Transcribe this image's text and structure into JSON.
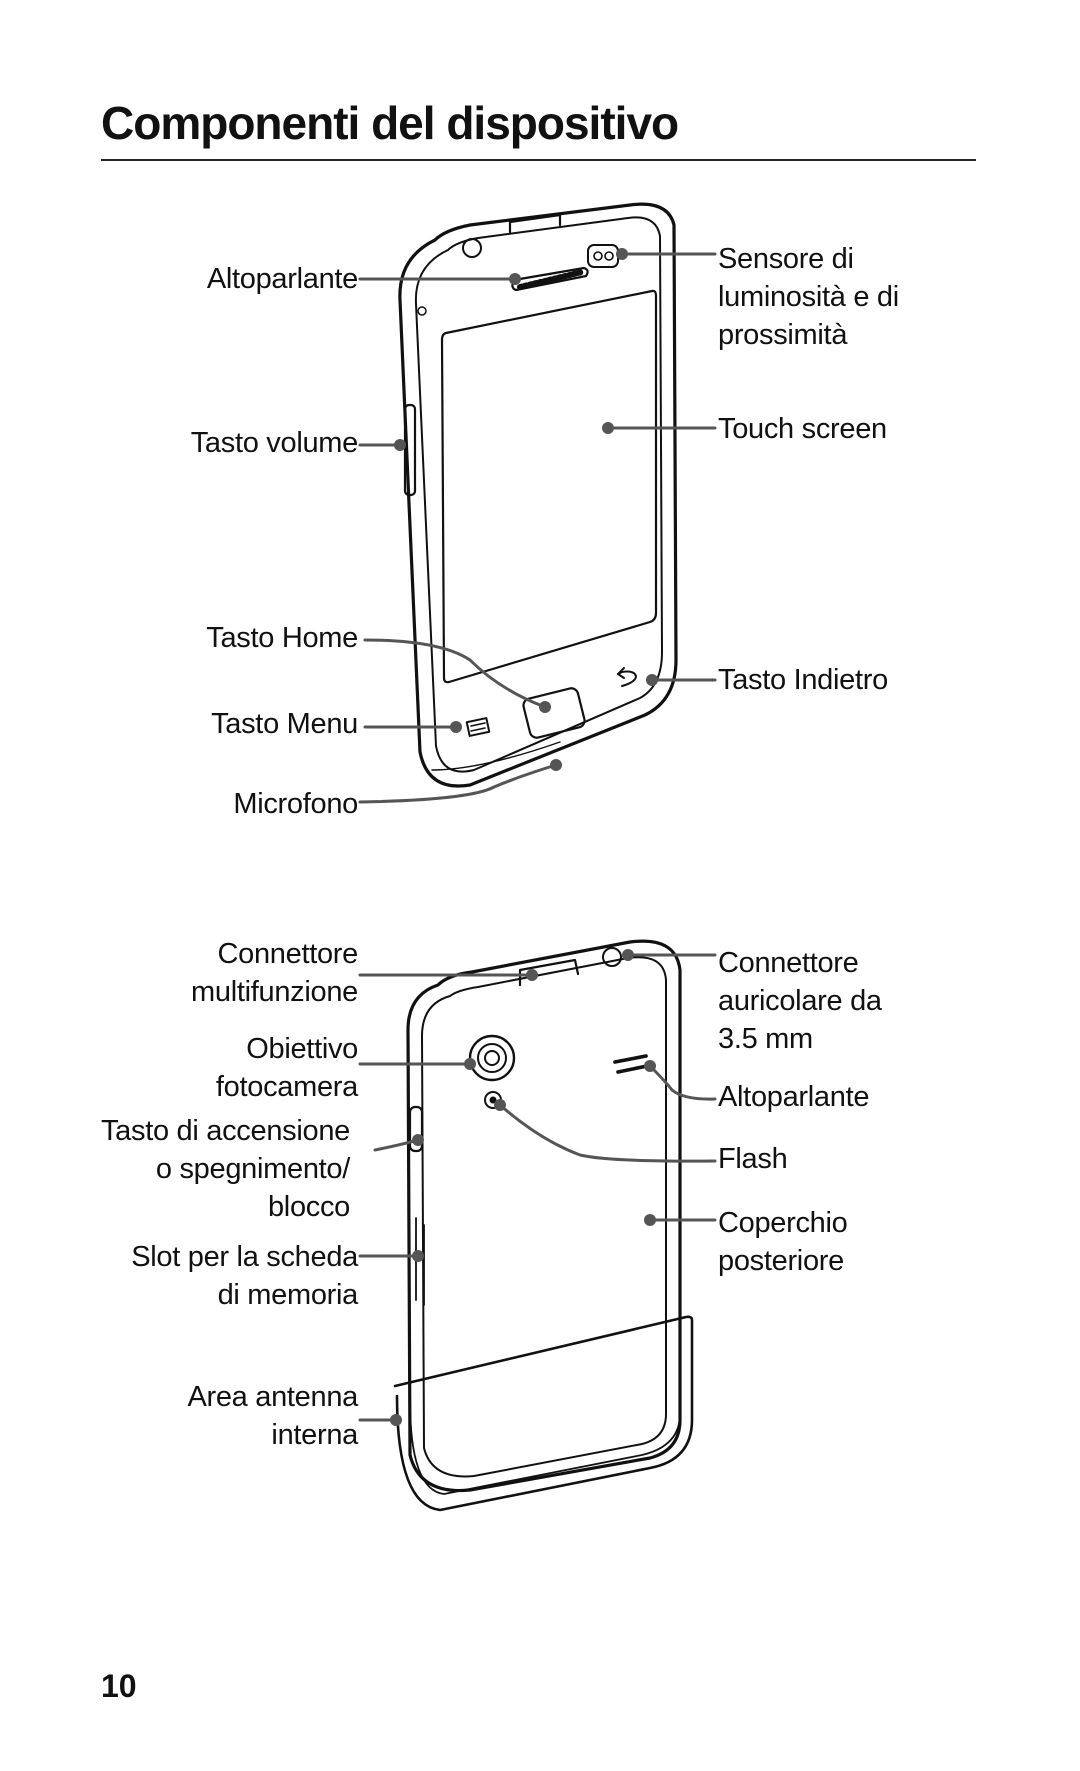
{
  "page": {
    "title": "Componenti del dispositivo",
    "page_number": "10"
  },
  "front": {
    "labels": {
      "speaker": "Altoparlante",
      "volume_key": "Tasto volume",
      "home_key": "Tasto Home",
      "menu_key": "Tasto Menu",
      "microphone": "Microfono",
      "sensor_1": "Sensore di",
      "sensor_2": "luminosità e di",
      "sensor_3": "prossimità",
      "touch_screen": "Touch screen",
      "back_key": "Tasto Indietro"
    }
  },
  "back": {
    "labels": {
      "multi_connector_1": "Connettore",
      "multi_connector_2": "multifunzione",
      "camera_lens_1": "Obiettivo",
      "camera_lens_2": "fotocamera",
      "power_key_1": "Tasto di accensione",
      "power_key_2": "o spegnimento/",
      "power_key_3": "blocco",
      "card_slot_1": "Slot per la scheda",
      "card_slot_2": "di memoria",
      "antenna_1": "Area antenna",
      "antenna_2": "interna",
      "headset_jack_1": "Connettore",
      "headset_jack_2": "auricolare da",
      "headset_jack_3": "3.5 mm",
      "speaker": "Altoparlante",
      "flash": "Flash",
      "back_cover_1": "Coperchio",
      "back_cover_2": "posteriore"
    }
  }
}
